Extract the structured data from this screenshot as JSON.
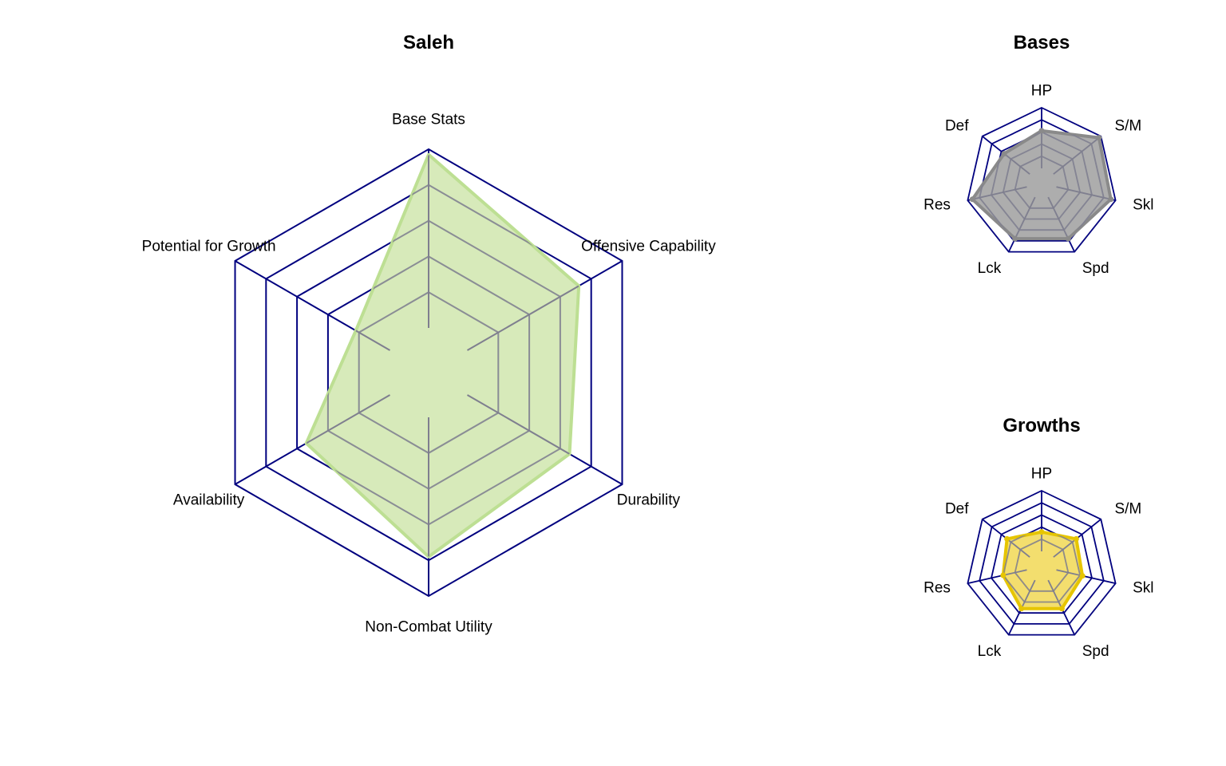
{
  "colors": {
    "grid_outer": "#00007f",
    "grid_inner": "#7f7f8f",
    "main_fill": "#d5e9b6",
    "main_stroke": "#bddf93",
    "bases_fill": "#a9a9a9",
    "bases_stroke": "#8a8a8a",
    "growths_fill": "#f2dc66",
    "growths_stroke": "#e6c500"
  },
  "chart_data": [
    {
      "type": "radar",
      "title": "Saleh",
      "axes": [
        "Base Stats",
        "Offensive Capability",
        "Durability",
        "Non-Combat Utility",
        "Availability",
        "Potential for Growth"
      ],
      "values": [
        4.85,
        3.6,
        3.3,
        3.9,
        2.7,
        1.1
      ],
      "range": [
        0,
        5
      ],
      "rings": 5,
      "grid": true
    },
    {
      "type": "radar",
      "title": "Bases",
      "axes": [
        "HP",
        "S/M",
        "Skl",
        "Spd",
        "Lck",
        "Res",
        "Def"
      ],
      "values": [
        3.1,
        4.8,
        4.6,
        3.8,
        3.8,
        4.6,
        2.7
      ],
      "range": [
        0,
        5
      ],
      "rings": 5,
      "grid": true
    },
    {
      "type": "radar",
      "title": "Growths",
      "axes": [
        "HP",
        "S/M",
        "Skl",
        "Spd",
        "Lck",
        "Res",
        "Def"
      ],
      "values": [
        1.6,
        2.4,
        2.2,
        2.6,
        2.6,
        2.0,
        2.4
      ],
      "range": [
        0,
        5
      ],
      "rings": 5,
      "grid": true
    }
  ]
}
